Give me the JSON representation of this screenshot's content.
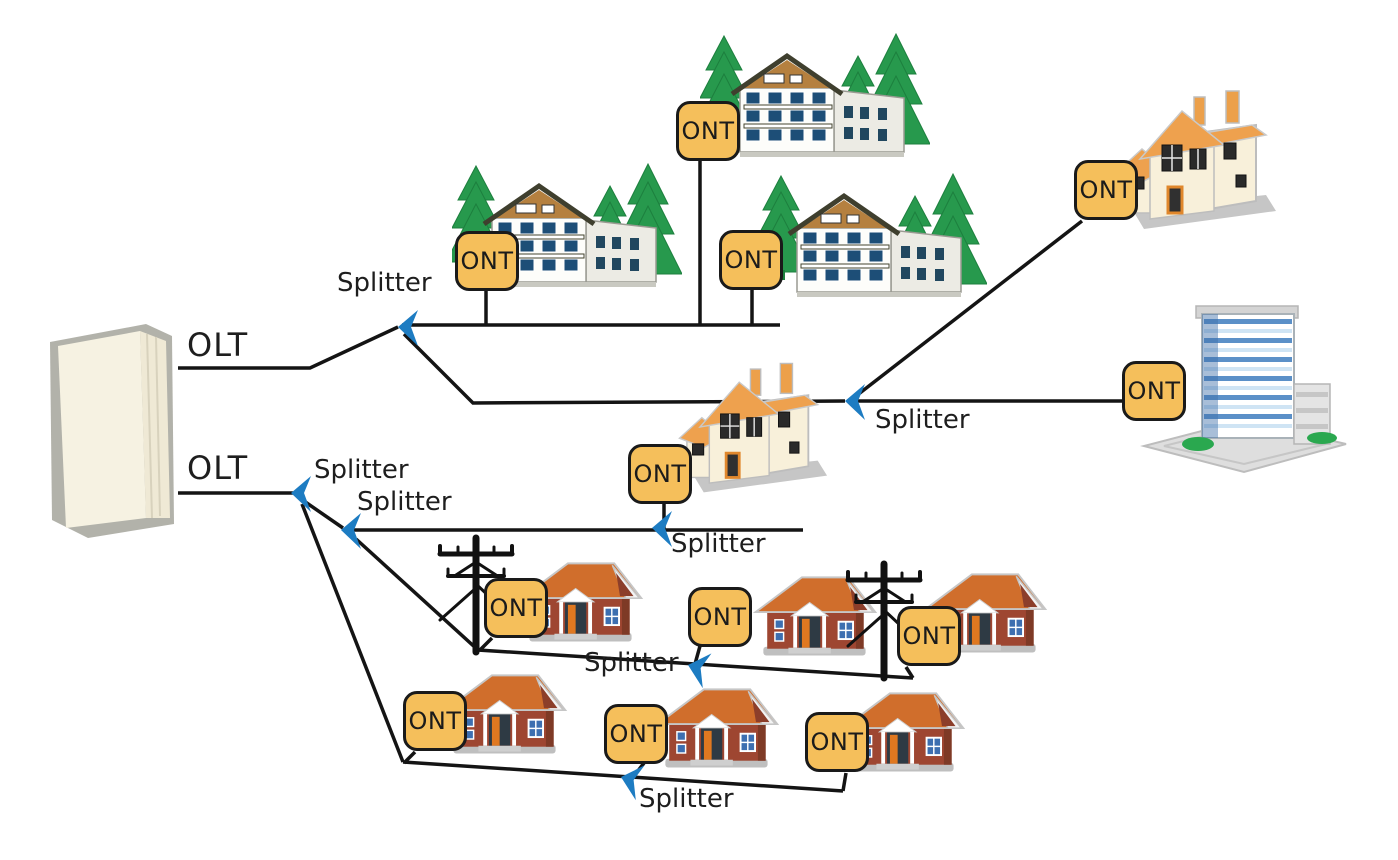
{
  "diagram": {
    "type": "fiber-optic access network (PON) architecture",
    "labels": {
      "olt": "OLT",
      "ont": "ONT",
      "splitter": "Splitter"
    },
    "counts": {
      "olt_terminals": 2,
      "splitters": 7,
      "onts": 12
    },
    "colors": {
      "background": "#ffffff",
      "fiber_line": "#141414",
      "splitter_arrow": "#1d7cc2",
      "ont_fill": "#f5bf5b",
      "ont_border": "#1a1a1a",
      "label_text": "#1e1e1e",
      "cabinet_fill": "#f6f2e2",
      "cabinet_edge": "#b2b2aa"
    },
    "olt_terminals": [
      {
        "label": "OLT"
      },
      {
        "label": "OLT"
      }
    ],
    "splitters": [
      {
        "label": "Splitter",
        "location": "upper branch, first stage"
      },
      {
        "label": "Splitter",
        "location": "upper branch, second stage (right)"
      },
      {
        "label": "Splitter",
        "location": "lower branch, first stage"
      },
      {
        "label": "Splitter",
        "location": "lower branch, second stage"
      },
      {
        "label": "Splitter",
        "location": "center house tap"
      },
      {
        "label": "Splitter",
        "location": "middle row of houses"
      },
      {
        "label": "Splitter",
        "location": "bottom row of houses"
      }
    ],
    "onts": [
      {
        "label": "ONT",
        "serves": "apartment building (upper left)"
      },
      {
        "label": "ONT",
        "serves": "apartment building (top center)"
      },
      {
        "label": "ONT",
        "serves": "apartment building (center)"
      },
      {
        "label": "ONT",
        "serves": "cottage (top right)"
      },
      {
        "label": "ONT",
        "serves": "office building (right)"
      },
      {
        "label": "ONT",
        "serves": "cottage (center)"
      },
      {
        "label": "ONT",
        "serves": "detached house (middle row 1)"
      },
      {
        "label": "ONT",
        "serves": "detached house (middle row 2)"
      },
      {
        "label": "ONT",
        "serves": "detached house (middle row 3)"
      },
      {
        "label": "ONT",
        "serves": "detached house (bottom row 1)"
      },
      {
        "label": "ONT",
        "serves": "detached house (bottom row 2)"
      },
      {
        "label": "ONT",
        "serves": "detached house (bottom row 3)"
      }
    ]
  }
}
